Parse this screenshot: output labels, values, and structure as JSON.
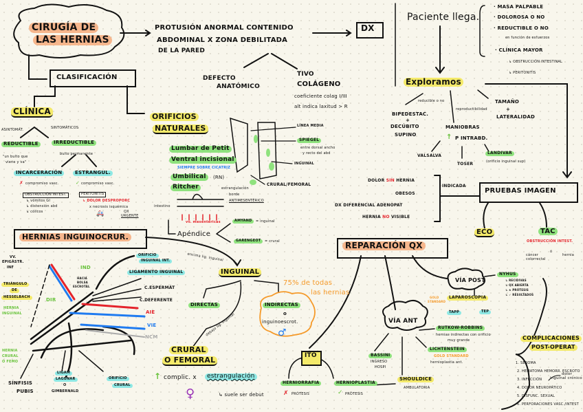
{
  "title": {
    "line1": "CIRUGÍA DE",
    "line2": "LAS HERNIAS"
  },
  "definition": {
    "line1": "PROTUSIÓN ANORMAL CONTENIDO",
    "line2": "ABDOMINAL X ZONA DEBILITADA",
    "line3": "DE LA PARED",
    "defecto1": "DEFECTO",
    "defecto2": "ANATÓMICO",
    "tivo1": "TIVO",
    "tivo2": "COLÁGENO",
    "colag1": "coeficiente colag I/III",
    "colag2": "alt indica laxitud > R"
  },
  "dx": "DX",
  "clasificacion": "CLASIFICACIÓN",
  "clinica": {
    "title": "CLÍNICA",
    "asint": "ASINTOMÁT.",
    "sint": "SINTOMÁTICOS",
    "reductible": "REDUCTIBLE",
    "irreductible": "IRREDUCTIBLE",
    "bulto1": "\"un bulto que",
    "bulto2": "viene y va\"",
    "permanente": "bulto permanente",
    "incarceracion": "INCARCERACIÓN",
    "estrangul": "ESTRANGUL.",
    "x_comp": "✗",
    "comp1": "compromiso vasc.",
    "ok_comp": "✓",
    "comp2": "compromiso vasc.",
    "obstruccion": "OBSTRUCCIÓN INTEST.",
    "vomitos": "↳ vómitos GI",
    "distension": "↳ distensión abd",
    "colicos": "↳ cólicos",
    "peritonitis": "PERITONITIS",
    "dolor": "↳ DOLOR DESPROPORC",
    "necrosis": "x necrosis isquémica",
    "qx1": "QX",
    "qx2": "URGENTE"
  },
  "orificios": {
    "title1": "ORIFICIOS",
    "title2": "NATURALES",
    "items": [
      "Lumbar de Petit",
      "Ventral incisional",
      "Umbilical",
      "Ritcher"
    ],
    "siempre": "SIEMPRE SOBRE CICATRIZ",
    "rn": "(RN)",
    "estrang1": "estrangulación",
    "estrang2": "borde",
    "antimes": "ANTIMESENTÉRICO",
    "intestino": "intestino",
    "vv": "vv. mesentéricas",
    "apendice": "Apéndice",
    "amyand": "AMYAND",
    "amyand_eq": "= inguinal",
    "garengeot": "GARENGEOT",
    "garengeot_eq": "= crural",
    "linea": "LÍNEA MEDIA",
    "spiegel": "SPIEGEL",
    "spiegel1": "entre dorsal ancho",
    "spiegel2": "y recto del abd",
    "inguinal": "INGUINAL",
    "crural": "CRURAL/FEMORAL"
  },
  "paciente": {
    "title": "Paciente llega.",
    "bullets": [
      "· MASA PALPABLE",
      "· DOLOROSA O NO",
      "· REDUCTIBLE O NO",
      "· CLÍNICA MAYOR"
    ],
    "esfuerzos": "en función de esfuerzos",
    "obst": "↳ OBSTRUCCIÓN INTESTINAL",
    "perit": "↳ PERITONITIS"
  },
  "exploramos": {
    "title": "Exploramos",
    "reducible": "reducible o no",
    "bipe": "BIPEDESTAC.",
    "plus": "+",
    "decubito": "DECÚBITO",
    "supino": "SUPINO",
    "repro": "reproductibilidad",
    "maniobras": "MANIOBRAS",
    "up": "↑",
    "pintra": "P INTRABD.",
    "valsalva": "VALSALVA",
    "toser": "TOSER",
    "landivar": "LANDIVAR",
    "landivar_note": "(orificio inguinal sup)",
    "tamano": "TAMAÑO",
    "lateralidad": "LATERALIDAD"
  },
  "pruebas": {
    "title": "PRUEBAS IMAGEN",
    "indicada": "INDICADA",
    "dolor_a": "DOLOR",
    "dolor_sin": "SIN",
    "dolor_b": "HERNIA",
    "obesos": "OBESOS",
    "dxdif": "DX DIFERENCIAL ADENOPAT",
    "hernia_a": "HERNIA",
    "hernia_no": "NO",
    "hernia_b": "VISIBLE",
    "eco": "ECO",
    "tac": "TAC",
    "obst": "OBSTRUCCIÓN INTEST.",
    "cancer1": "cáncer",
    "cancer2": "colorrectal",
    "o": "ó",
    "hernia": "hernia"
  },
  "inguinocrur": {
    "title": "HERNIAS INGUINOCRUR.",
    "vv": "VV.",
    "vv2": "EPIGÁSTR.",
    "vv3": "INF",
    "tri1": "TRIÁNGULO",
    "tri2": "DE",
    "tri3": "HESSELBACH",
    "hi1": "HERNIA",
    "hi2": "INGUINAL",
    "hc1": "HERNIA",
    "hc2": "CRURAL",
    "hc3": "O FEMO",
    "sinf1": "SÍNFISIS",
    "sinf2": "PUBIS",
    "lig1": "LIGAM",
    "lig2": "LAGUNAR",
    "lig3": "O",
    "lig4": "GIMBERNALD",
    "orc1": "ORIFICIO",
    "orc2": "CRURAL",
    "ind": "IND",
    "dir": "DIR",
    "bolsa1": "HACIA",
    "bolsa2": "BOLSA",
    "bolsa3": "ESCROTAL",
    "ori1": "ORIFICIO",
    "ori2": "INGUINAL INT.",
    "ligi": "LIGAMENTO INGUINAL",
    "cesp": "C.ESPERMÁT",
    "cdef": "C.DEFERENTE",
    "aie": "AIE",
    "vie": "VIE",
    "ncm": "NCM"
  },
  "inguinal": {
    "encima": "encima lig. inguinal",
    "title": "INGUINAL",
    "directas": "DIRECTAS",
    "indirectas": "INDIRECTAS",
    "o": "o",
    "escrot": "inguinoescrot.",
    "male": "♂",
    "pct1": "75% de todas",
    "pct2": "las hernias",
    "debajo": "debajo lig. inguinal",
    "crural1": "CRURAL",
    "crural2": "O FEMORAL",
    "up": "↑",
    "complic": "complic. x",
    "estrang": "estrangulación",
    "debut": "↳ suele ser debut",
    "female": "♀"
  },
  "reparacion": {
    "title": "REPARACIÓN QX",
    "ito": "ITO",
    "herniorrafia": "HERNIORRAFIA",
    "x": "✗",
    "protesis1": "PRÓTESIS",
    "hernioplastia": "HERNIOPLASTIA",
    "ok": "✓",
    "protesis2": "PRÓTESIS",
    "shouldice": "SHOULDICE",
    "ambulatoria": "AMBULATORIA",
    "bassini": "BASSINI",
    "bassini1": "INGRESO",
    "bassini2": "HOSPI",
    "via_ant": "VÍA ANT",
    "rutkow": "RUTKOW-ROBBINS",
    "rutkow1": "hernias indirectas con orificio",
    "rutkow2": "muy grande",
    "lich": "LICHTENSTEIN",
    "gold1": "GOLD STANDARD",
    "lich2": "hernioplastia ant.",
    "via_post": "VÍA POST",
    "nyhus": "NYHUS",
    "nyhus_items": [
      "↳ RECIDIVAS",
      "↳ QX ABIERTA",
      "↳ ± PRÓTESIS",
      "↳ ✓ RESULTADOS"
    ],
    "gold2a": "GOLD",
    "gold2b": "STANDARD",
    "lapa": "LAPAROSCOPIA",
    "tapp": "TAPP",
    "tep": "TEP"
  },
  "complicaciones": {
    "title1": "COMPLICACIONES",
    "title2": "POST-OPERAT",
    "items": [
      "1. SEROMA",
      "2. HEMATOMA HEMORR. ESCROTO",
      "3. INFECCIÓN",
      "4. DOLOR NEUROPÁTICO",
      "5. DISFUNC. SEXUAL",
      "6. PERFORACIONES VASC./INTEST"
    ],
    "note1": "dolor",
    "note2": "inguinal crónico"
  },
  "colors": {
    "yellow": "#f4ea6a",
    "green": "#8fe27e",
    "cyan": "#8ee8e4",
    "orange": "#f6b68c",
    "red": "#e4232b",
    "blue": "#1f7bf0"
  }
}
